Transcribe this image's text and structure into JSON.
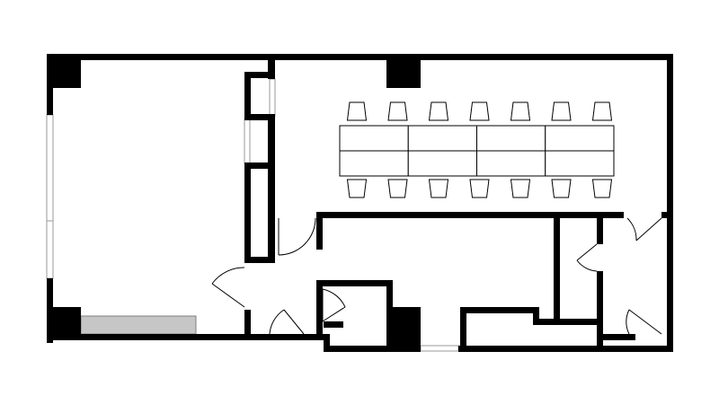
{
  "diagram": {
    "type": "floor-plan",
    "colors": {
      "background": "#ffffff",
      "wall": "#000000",
      "column": "#000000",
      "furniture_fill": "#ffffff",
      "furniture_stroke": "#000000",
      "counter_fill": "#c6c6c6",
      "window_stroke": "#9a9a9a",
      "door_stroke": "#000000"
    },
    "counts": {
      "rooms": 7,
      "doors": 7,
      "windows": 5,
      "columns": 4,
      "tables": 4,
      "chairs": 14
    },
    "rooms": [
      {
        "id": "open-office"
      },
      {
        "id": "conference-room"
      },
      {
        "id": "storage-closet-upper"
      },
      {
        "id": "storage-closet-lower"
      },
      {
        "id": "corridor"
      },
      {
        "id": "office-center"
      },
      {
        "id": "restroom-east"
      }
    ],
    "text_labels": []
  }
}
